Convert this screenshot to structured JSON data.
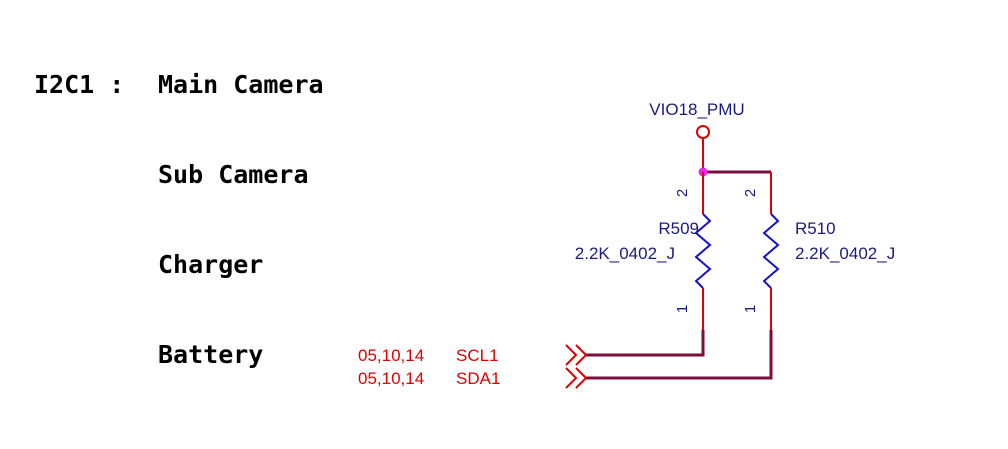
{
  "note": {
    "bus": "I2C1",
    "separator": ":",
    "devices": [
      "Main Camera",
      "Sub Camera",
      "Charger",
      "Battery"
    ]
  },
  "power": {
    "net": "VIO18_PMU"
  },
  "resistors": [
    {
      "ref": "R509",
      "value": "2.2K_0402_J",
      "pin_top": "2",
      "pin_bottom": "1"
    },
    {
      "ref": "R510",
      "value": "2.2K_0402_J",
      "pin_top": "2",
      "pin_bottom": "1"
    }
  ],
  "connectors": [
    {
      "pages": "05,10,14",
      "net": "SCL1"
    },
    {
      "pages": "05,10,14",
      "net": "SDA1"
    }
  ],
  "colors": {
    "wire": "#7a0f3e",
    "pin": "#e00000",
    "resistor": "#1111cc",
    "label_blue": "#1a1a80",
    "net_red": "#e00000",
    "junction": "#ee22ee",
    "note": "#000000"
  }
}
